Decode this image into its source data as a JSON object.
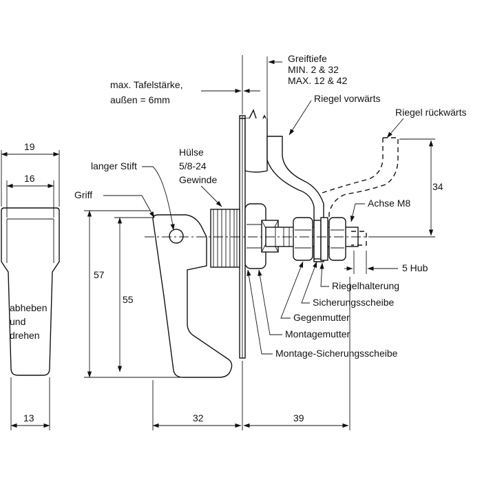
{
  "dimensions": {
    "top_width": "19",
    "inner_width": "16",
    "bottom_width": "13",
    "height_57": "57",
    "height_55": "55",
    "handle_depth": "32",
    "projection": "39",
    "stroke_offset": "34"
  },
  "labels": {
    "panel_line1": "max. Tafelstärke,",
    "panel_line2": "außen = 6mm",
    "grip_title": "Greiftiefe",
    "grip_min": "MIN. 2 & 32",
    "grip_max": "MAX. 12 & 42",
    "bolt_forward": "Riegel vorwärts",
    "bolt_back": "Riegel rückwärts",
    "sleeve_1": "Hülse",
    "sleeve_2": "5/8-24",
    "sleeve_3": "Gewinde",
    "long_pin": "langer Stift",
    "handle": "Griff",
    "axis": "Achse M8",
    "stroke": "5 Hub",
    "bolt_holder": "Riegelhalterung",
    "lock_washer": "Sicherungsscheibe",
    "counter_nut": "Gegenmutter",
    "mount_nut": "Montagemutter",
    "mount_washer": "Montage-Sicherungsscheibe",
    "lift_1": "abheben",
    "lift_2": "und",
    "lift_3": "drehen"
  },
  "colors": {
    "ink": "#111111",
    "paper": "#ffffff"
  }
}
